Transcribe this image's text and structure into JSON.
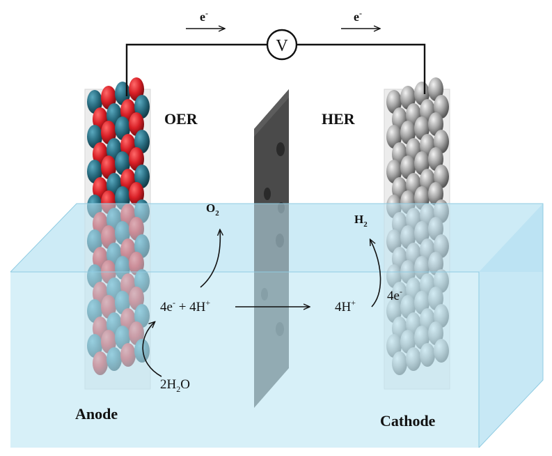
{
  "electron_top_left": "e",
  "electron_top_right": "e",
  "electron_sup": "-",
  "voltmeter_label": "V",
  "oer_label": "OER",
  "her_label": "HER",
  "anode_label": "Anode",
  "cathode_label": "Cathode",
  "o2": {
    "base": "O",
    "sub": "2"
  },
  "h2": {
    "base": "H",
    "sub": "2"
  },
  "water": {
    "pre": "2H",
    "sub": "2",
    "post": "O"
  },
  "anode_products": {
    "a": "4e",
    "a_sup": "-",
    "b": " + 4H",
    "b_sup": "+"
  },
  "cathode_protons": {
    "base": "4H",
    "sup": "+"
  },
  "cathode_electrons": {
    "base": "4e",
    "sup": "-"
  },
  "colors": {
    "electrolyte": "#bfe6f4",
    "anode_teal": "#2a6e82",
    "anode_red": "#d81f26",
    "cathode_grey": "#9a9a9a",
    "membrane": "#4a4a4a",
    "wire": "#111111"
  }
}
